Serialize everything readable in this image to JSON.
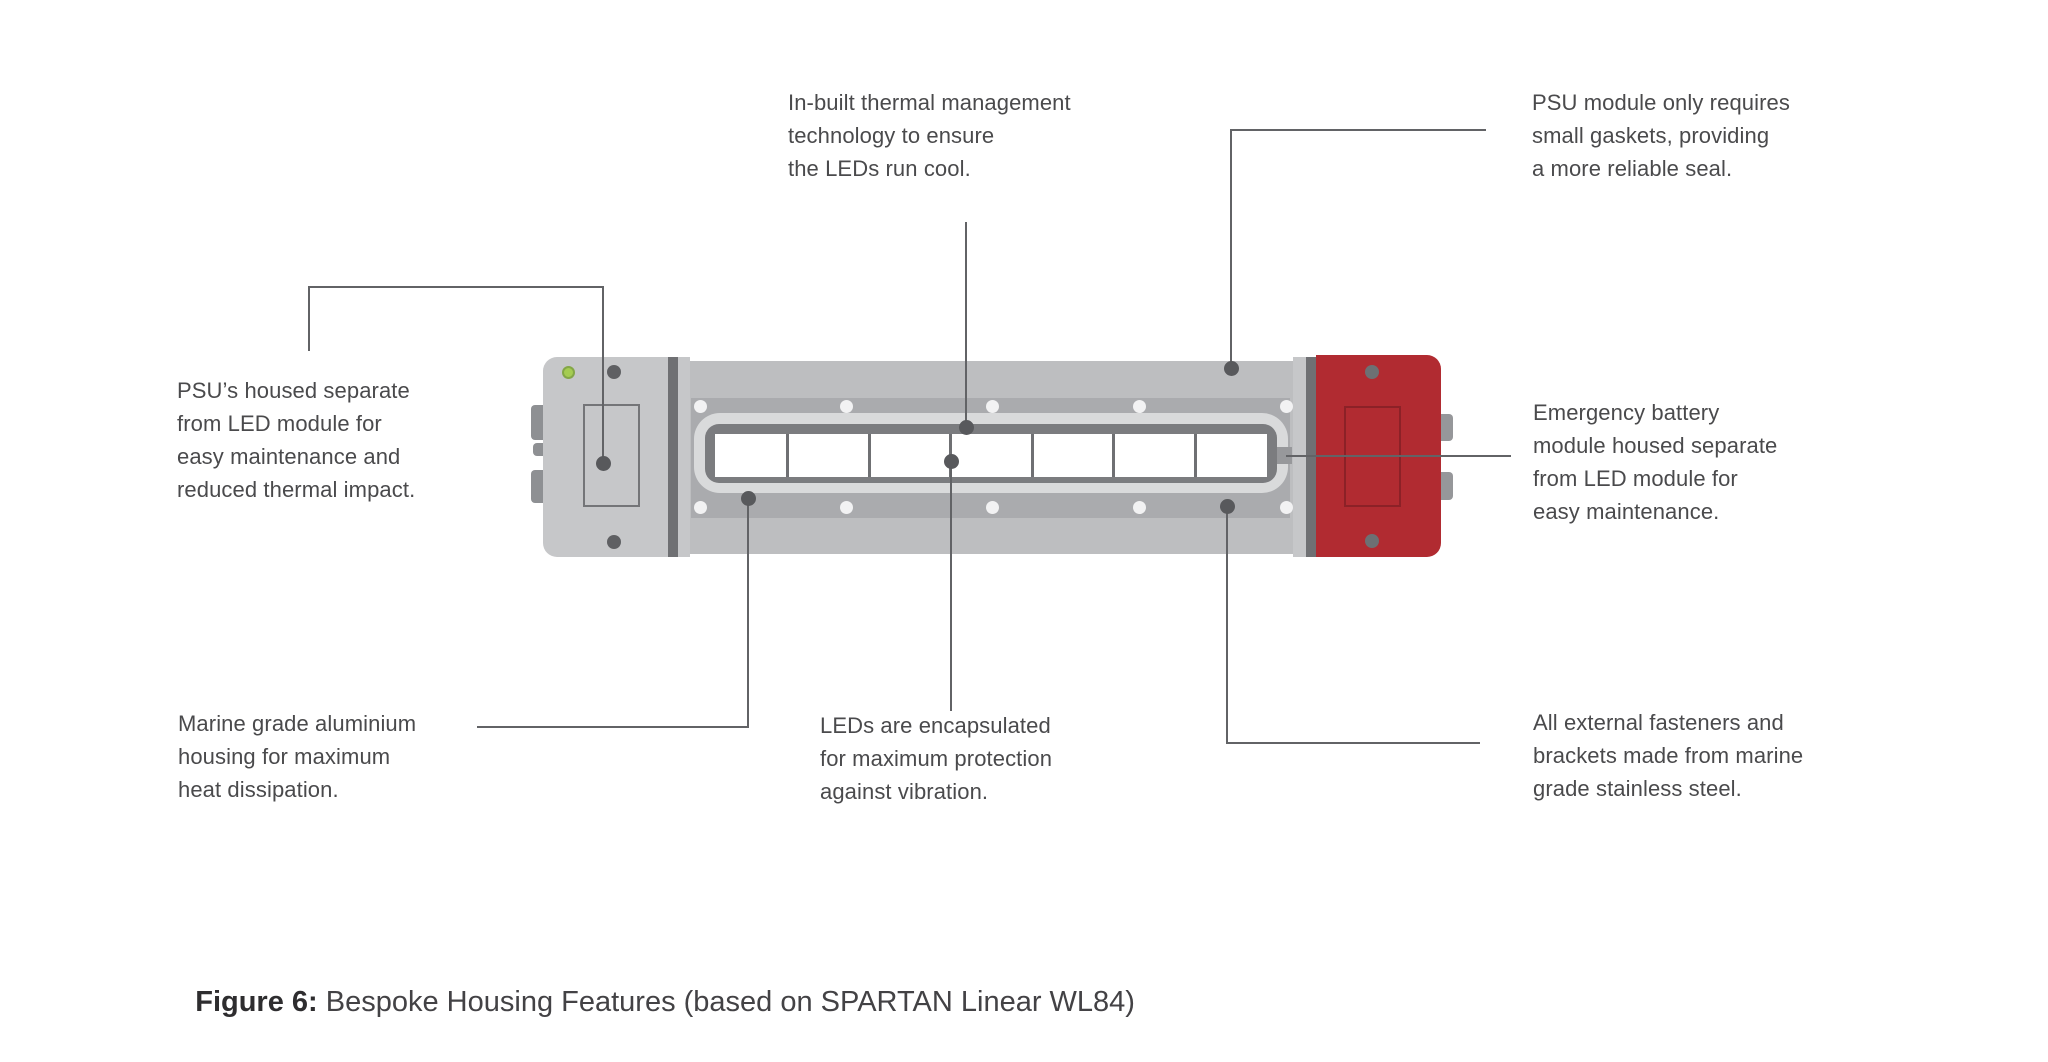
{
  "figure": {
    "caption_label": "Figure 6:",
    "caption_text": " Bespoke Housing Features (based on SPARTAN Linear WL84)"
  },
  "callouts": {
    "psu_housing": {
      "text": "PSU’s housed separate\nfrom LED module for\neasy maintenance and\nreduced thermal impact."
    },
    "thermal": {
      "text": "In-built thermal management\ntechnology to ensure\nthe LEDs run cool."
    },
    "gaskets": {
      "text": "PSU module only requires\nsmall gaskets, providing\na more reliable seal."
    },
    "battery": {
      "text": "Emergency battery\nmodule housed separate\nfrom LED module for\neasy maintenance."
    },
    "marine": {
      "text": "Marine grade aluminium\nhousing for maximum\nheat dissipation."
    },
    "leds": {
      "text": "LEDs are encapsulated\nfor maximum protection\nagainst vibration."
    },
    "fasteners": {
      "text": "All external fasteners and\nbrackets made from marine\ngrade stainless steel."
    }
  },
  "illustration": {
    "product": "SPARTAN Linear WL84",
    "led_window_count": 7,
    "colors": {
      "end_cap_gray": "#c6c7c9",
      "body_gray": "#bdbec0",
      "panel_gray": "#aaabae",
      "stripe_dark_gray": "#6f7073",
      "gasket_light_gray": "#d9dadb",
      "led_frame_gray": "#7b7c7f",
      "led_window_white": "#ffffff",
      "battery_cap_red": "#b12b31",
      "battery_outline_red": "#8c2127",
      "status_led_green": "#a5cc52",
      "leader_line_gray": "#626366",
      "text_gray": "#4a4a4c"
    }
  }
}
